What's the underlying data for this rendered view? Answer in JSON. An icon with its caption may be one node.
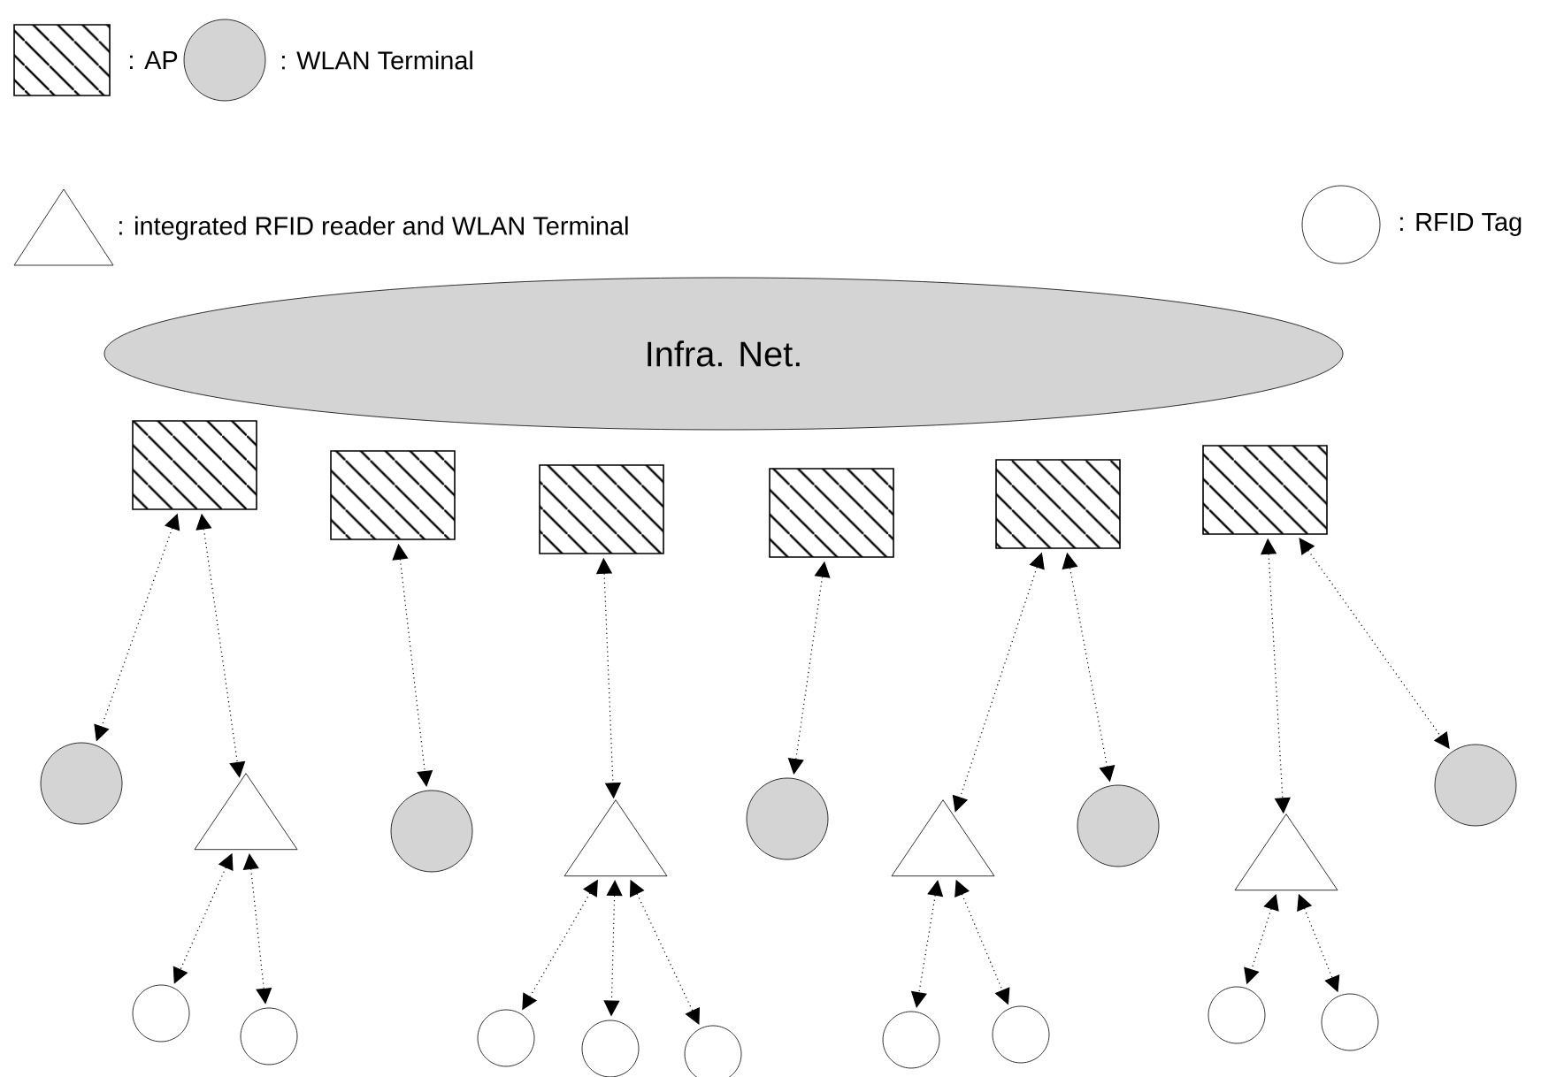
{
  "diagram": {
    "nodes": [
      {
        "text": [
          "Infra. Net."
        ]
      },
      {
        "text": [],
        "shape": "box"
      },
      {
        "text": [],
        "shape": "box"
      },
      {
        "text": [],
        "shape": "box"
      },
      {
        "text": [],
        "shape": "box"
      },
      {
        "text": [],
        "shape": "box"
      },
      {
        "text": [],
        "shape": "box"
      },
      {
        "text": [],
        "shape": "circle"
      },
      {
        "text": [],
        "shape": "triangle"
      },
      {
        "text": [],
        "shape": "circle"
      },
      {
        "text": [],
        "shape": "triangle"
      },
      {
        "text": [],
        "shape": "circle"
      },
      {
        "text": [],
        "shape": "triangle"
      },
      {
        "text": [],
        "shape": "circle"
      },
      {
        "text": [],
        "shape": "triangle"
      },
      {
        "text": [],
        "shape": "circle"
      },
      {
        "text": [],
        "shape": "circle"
      },
      {
        "text": [],
        "shape": "circle"
      },
      {
        "text": [],
        "shape": "circle"
      },
      {
        "text": [],
        "shape": "circle"
      },
      {
        "text": [],
        "shape": "circle"
      },
      {
        "text": [],
        "shape": "circle"
      },
      {
        "text": [],
        "shape": "circle"
      },
      {
        "text": [],
        "shape": "circle"
      },
      {
        "text": [],
        "shape": "circle"
      }
    ],
    "edges": [
      {
        "from": 1,
        "to": 7,
        "arrow": "both"
      },
      {
        "from": 1,
        "to": 8,
        "arrow": "both"
      },
      {
        "from": 2,
        "to": 9,
        "arrow": "both"
      },
      {
        "from": 3,
        "to": 10,
        "arrow": "both"
      },
      {
        "from": 4,
        "to": 11,
        "arrow": "both"
      },
      {
        "from": 5,
        "to": 12,
        "arrow": "both"
      },
      {
        "from": 5,
        "to": 13,
        "arrow": "both"
      },
      {
        "from": 6,
        "to": 14,
        "arrow": "both"
      },
      {
        "from": 6,
        "to": 15,
        "arrow": "both"
      },
      {
        "from": 8,
        "to": 16,
        "arrow": "both"
      },
      {
        "from": 8,
        "to": 17,
        "arrow": "both"
      },
      {
        "from": 10,
        "to": 18,
        "arrow": "both"
      },
      {
        "from": 10,
        "to": 19,
        "arrow": "both"
      },
      {
        "from": 10,
        "to": 20,
        "arrow": "both"
      },
      {
        "from": 12,
        "to": 21,
        "arrow": "both"
      },
      {
        "from": 12,
        "to": 22,
        "arrow": "both"
      },
      {
        "from": 14,
        "to": 23,
        "arrow": "both"
      },
      {
        "from": 14,
        "to": 24,
        "arrow": "both"
      }
    ],
    "legend": [
      {
        "text": ": AP"
      },
      {
        "text": ": WLAN Terminal"
      },
      {
        "text": ": integrated RFID reader and WLAN Terminal"
      },
      {
        "text": ": RFID Tag"
      }
    ]
  }
}
